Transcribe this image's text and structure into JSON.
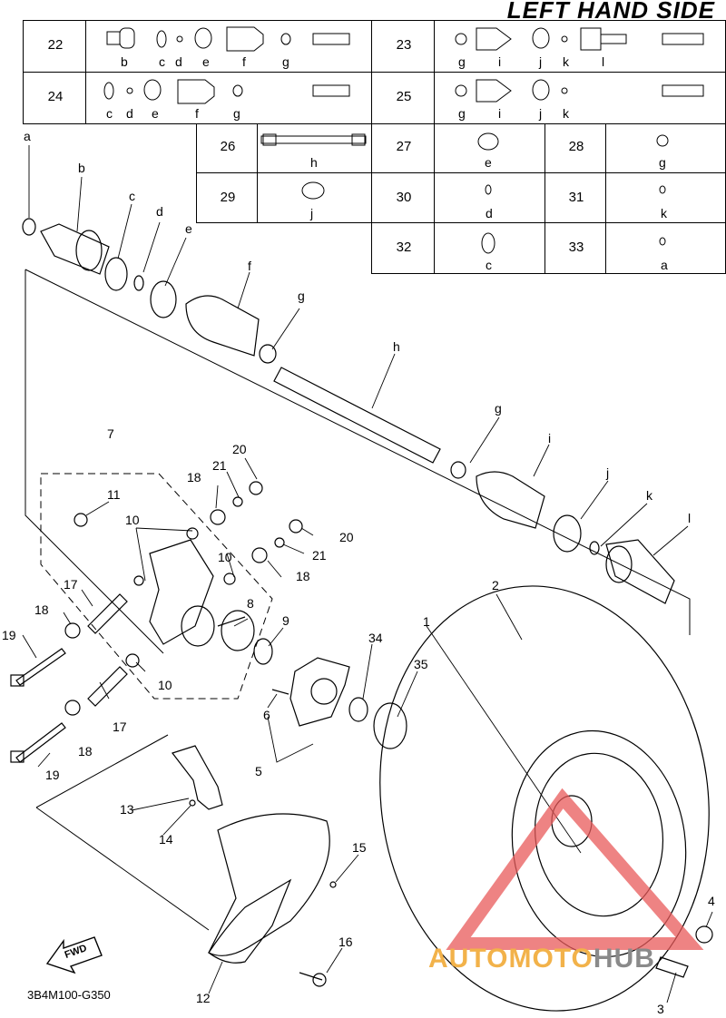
{
  "title": "LEFT HAND SIDE",
  "diagram_code": "3B4M100-G350",
  "fwd_label": "FWD",
  "watermark": {
    "part1": "AUTOMOTO",
    "part2": "HUB"
  },
  "kit_rows": [
    {
      "ref": "22",
      "letters": [
        "b",
        "c",
        "d",
        "e",
        "f",
        "g"
      ]
    },
    {
      "ref": "23",
      "letters": [
        "g",
        "i",
        "j",
        "k",
        "l"
      ]
    },
    {
      "ref": "24",
      "letters": [
        "c",
        "d",
        "e",
        "f",
        "g"
      ]
    },
    {
      "ref": "25",
      "letters": [
        "g",
        "i",
        "j",
        "k"
      ]
    }
  ],
  "single_rows": [
    {
      "ref": "26",
      "letter": "h"
    },
    {
      "ref": "27",
      "letter": "e"
    },
    {
      "ref": "28",
      "letter": "g"
    },
    {
      "ref": "29",
      "letter": "j"
    },
    {
      "ref": "30",
      "letter": "d"
    },
    {
      "ref": "31",
      "letter": "k"
    },
    {
      "ref": "32",
      "letter": "c"
    },
    {
      "ref": "33",
      "letter": "a"
    }
  ],
  "part_labels": {
    "a": "a",
    "b": "b",
    "c": "c",
    "d": "d",
    "e": "e",
    "f": "f",
    "g1": "g",
    "h": "h",
    "g2": "g",
    "i": "i",
    "j": "j",
    "k": "k",
    "l": "l",
    "p1": "1",
    "p2": "2",
    "p3": "3",
    "p4": "4",
    "p5": "5",
    "p6": "6",
    "p7": "7",
    "p8": "8",
    "p9": "9",
    "p10a": "10",
    "p10b": "10",
    "p10c": "10",
    "p11": "11",
    "p12": "12",
    "p13": "13",
    "p14": "14",
    "p15": "15",
    "p16": "16",
    "p17a": "17",
    "p17b": "17",
    "p18a": "18",
    "p18b": "18",
    "p18c": "18",
    "p18d": "18",
    "p19a": "19",
    "p19b": "19",
    "p20a": "20",
    "p20b": "20",
    "p21a": "21",
    "p21b": "21",
    "p34": "34",
    "p35": "35"
  },
  "colors": {
    "line": "#000000",
    "watermark_red": "#e85a5a",
    "watermark_orange": "#f2b24a",
    "watermark_gray": "#8a8a8a"
  }
}
